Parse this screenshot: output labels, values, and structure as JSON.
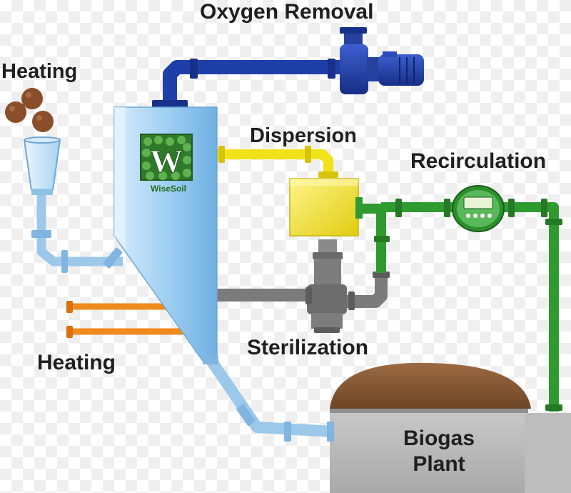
{
  "labels": {
    "oxygen_removal": "Oxygen Removal",
    "heating_top": "Heating",
    "dispersion": "Dispersion",
    "recirculation": "Recirculation",
    "sterilization": "Sterilization",
    "heating_bottom": "Heating",
    "biogas_line1": "Biogas",
    "biogas_line2": "Plant"
  },
  "brand": {
    "logo_letter": "W",
    "name": "WiseSoil"
  },
  "colors": {
    "oxygen_pipe": "#1f3fa8",
    "dispersion_pipe": "#f2e21a",
    "recirculation_pipe": "#2f9a2f",
    "sterilization_pipe": "#7b7b7b",
    "heating_pipe": "#f08a1c",
    "feed_pipe": "#9cc8ea",
    "reactor": "#8cc4ec",
    "biogas_cap": "#8a5a34",
    "biogas_tank": "#b9b9b9"
  }
}
